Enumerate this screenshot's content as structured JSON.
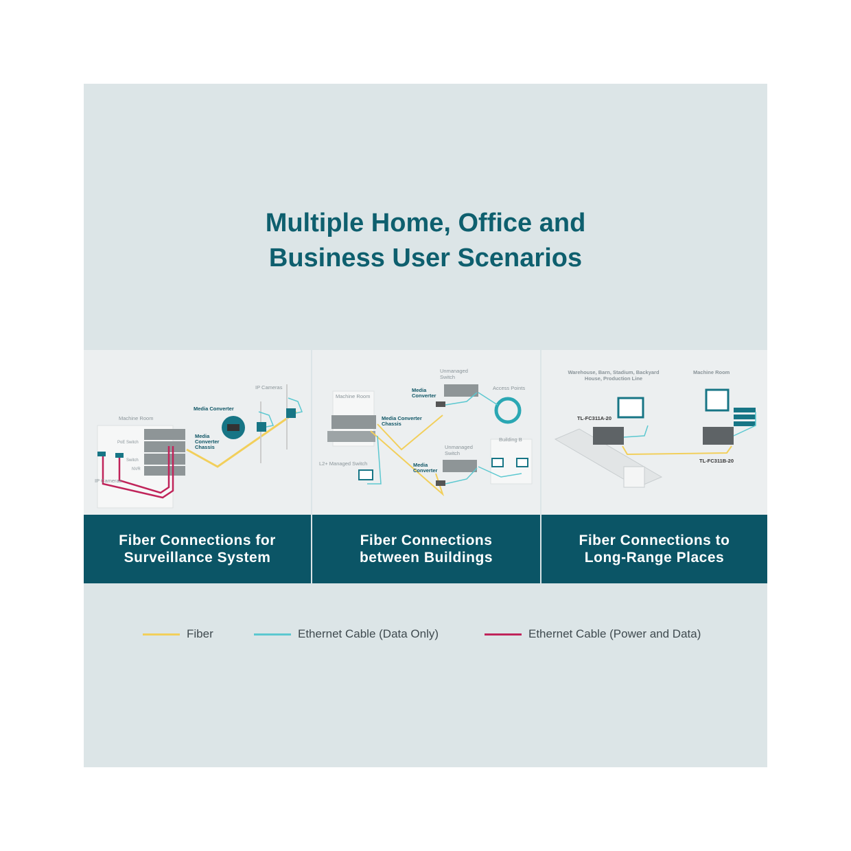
{
  "title_line1": "Multiple Home, Office and",
  "title_line2": "Business User Scenarios",
  "panels": [
    {
      "caption_line1": "Fiber Connections for",
      "caption_line2": "Surveillance System",
      "labels": {
        "ip_cameras_top": "IP Cameras",
        "media_converter": "Media Converter",
        "machine_room": "Machine Room",
        "poe_switch": "PoE Switch",
        "switch": "Switch",
        "nvr": "NVR",
        "chassis": "Media Converter Chassis",
        "ip_cameras_left": "IP Cameras"
      }
    },
    {
      "caption_line1": "Fiber Connections",
      "caption_line2": "between Buildings",
      "labels": {
        "unmanaged_top": "Unmanaged Switch",
        "media_converter_top": "Media Converter",
        "access_points": "Access Points",
        "machine_room": "Machine Room",
        "chassis": "Media Converter Chassis",
        "building_b": "Building B",
        "unmanaged_bottom": "Unmanaged Switch",
        "l2_switch": "L2+ Managed Switch",
        "media_converter_bottom": "Media Converter"
      }
    },
    {
      "caption_line1": "Fiber Connections to",
      "caption_line2": "Long-Range Places",
      "labels": {
        "places": "Warehouse, Barn, Stadium, Backyard House, Production Line",
        "machine_room": "Machine Room",
        "model_a": "TL-FC311A-20",
        "model_b": "TL-FC311B-20"
      }
    }
  ],
  "legend": [
    {
      "label": "Fiber",
      "color": "#f2cf5b"
    },
    {
      "label": "Ethernet Cable (Data Only)",
      "color": "#5cc8d0"
    },
    {
      "label": "Ethernet Cable (Power and Data)",
      "color": "#c0245a"
    }
  ]
}
